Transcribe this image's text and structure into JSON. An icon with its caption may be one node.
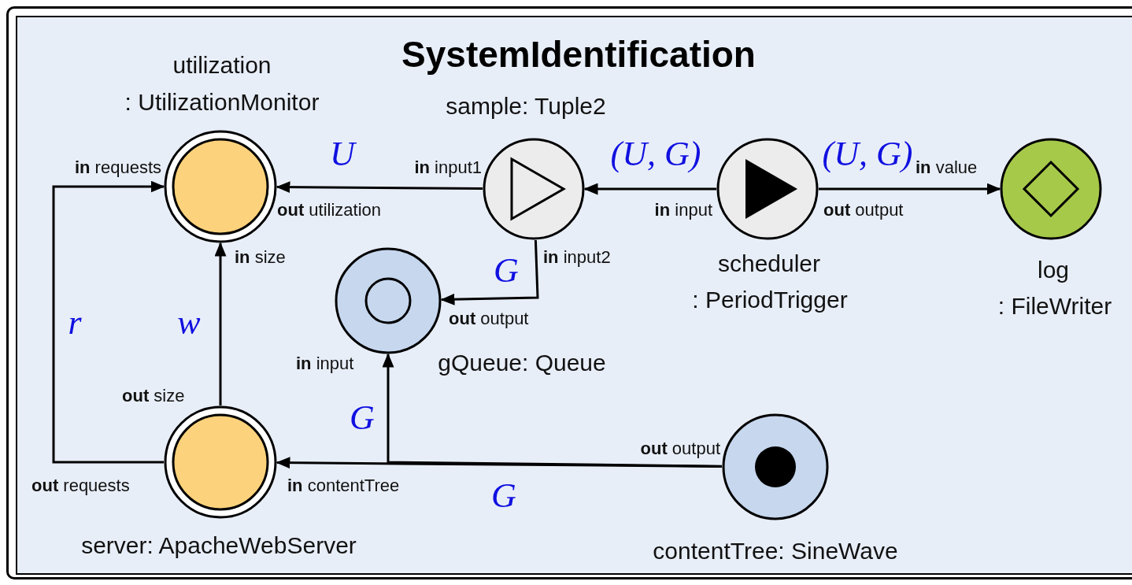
{
  "diagram": {
    "title": "SystemIdentification",
    "nodes": [
      {
        "text": [
          "utilization",
          ": UtilizationMonitor"
        ]
      },
      {
        "text": [
          "sample: Tuple2"
        ]
      },
      {
        "text": [
          "scheduler",
          ": PeriodTrigger"
        ]
      },
      {
        "text": [
          "log",
          ": FileWriter"
        ]
      },
      {
        "text": [
          "gQueue: Queue"
        ]
      },
      {
        "text": [
          "server: ApacheWebServer"
        ]
      },
      {
        "text": [
          "contentTree: SineWave"
        ]
      }
    ],
    "edges": [
      {
        "from": 1,
        "to": 0,
        "arrow": "to",
        "label": "U"
      },
      {
        "from": 2,
        "to": 1,
        "arrow": "to",
        "label": "(U, G)"
      },
      {
        "from": 2,
        "to": 3,
        "arrow": "to",
        "label": "(U, G)"
      },
      {
        "from": 1,
        "to": 4,
        "arrow": "to",
        "label": "G"
      },
      {
        "from": 5,
        "to": 0,
        "arrow": "to",
        "label": "w"
      },
      {
        "from": 5,
        "to": 0,
        "arrow": "to",
        "label": "r"
      },
      {
        "from": 6,
        "to": 5,
        "arrow": "to",
        "label": "G"
      },
      {
        "from": 6,
        "to": 4,
        "arrow": "to",
        "label": "G"
      }
    ],
    "labels": [
      "**in** requests",
      "**out** utilization",
      "**in** size",
      "**in** input1",
      "**in** input",
      "**in** input2",
      "**out** output",
      "**out** output",
      "**in** value",
      "**in** input",
      "**out** size",
      "**out** requests",
      "**in** contentTree",
      "**out** output"
    ]
  }
}
